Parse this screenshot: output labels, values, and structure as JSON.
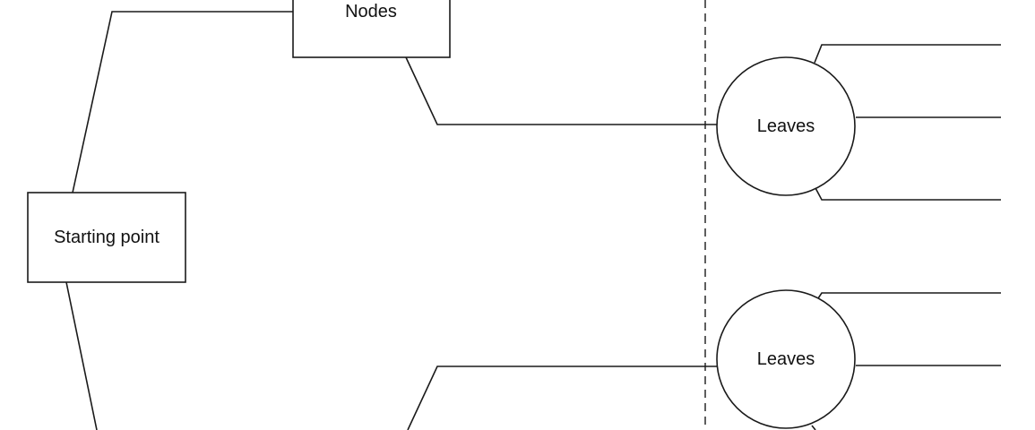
{
  "diagram": {
    "start_label": "Starting point",
    "node_label": "Nodes",
    "leaf_top_label": "Leaves",
    "leaf_bottom_label": "Leaves"
  }
}
